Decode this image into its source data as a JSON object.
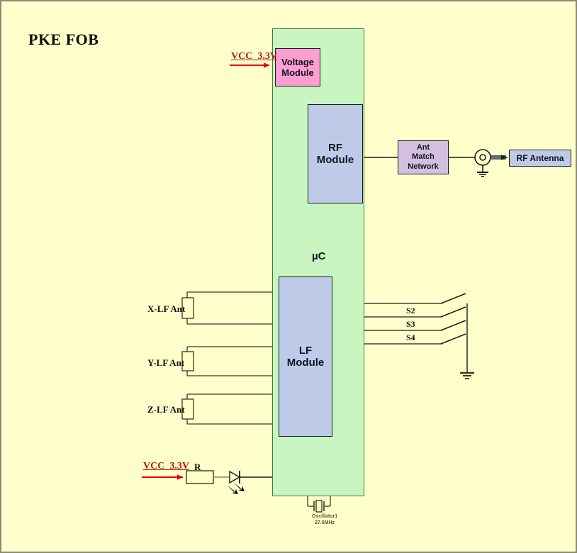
{
  "diagram": {
    "title": "PKE FOB",
    "background_color": "#ffffcc",
    "frame_color": "#8a8a78"
  },
  "mcu": {
    "label": "µC",
    "fill_color": "#c9f5c1",
    "border_color": "#3e7c3e"
  },
  "modules": {
    "voltage": {
      "line1": "Voltage",
      "line2": "Module",
      "fill_color": "#ff9ed2"
    },
    "rf": {
      "line1": "RF",
      "line2": "Module",
      "fill_color": "#bdcbe8"
    },
    "lf": {
      "line1": "LF",
      "line2": "Module",
      "fill_color": "#bdcbe8"
    }
  },
  "rf_chain": {
    "ant_match": {
      "line1": "Ant",
      "line2": "Match",
      "line3": "Network",
      "fill_color": "#d3bfe0"
    },
    "antenna": {
      "label": "RF Antenna",
      "fill_color": "#bdcbe8"
    },
    "connector_icon": "coax-connector-icon",
    "ground_icon": "ground-icon"
  },
  "power": {
    "top_rail": "VCC_3.3V",
    "led_rail": "VCC_3.3V",
    "rail_color": "#b01e0e",
    "arrow_color": "#ee0000"
  },
  "lf_antennas": [
    {
      "label": "X-LF Ant"
    },
    {
      "label": "Y-LF Ant"
    },
    {
      "label": "Z-LF Ant"
    }
  ],
  "switches": [
    {
      "label": ""
    },
    {
      "label": "S2"
    },
    {
      "label": "S3"
    },
    {
      "label": "S4"
    }
  ],
  "led_circuit": {
    "resistor_label": "R",
    "diode_icon": "led-icon"
  },
  "oscillator": {
    "name": "Oscillator1",
    "frequency": "27.6MHz",
    "icon": "crystal-icon"
  }
}
